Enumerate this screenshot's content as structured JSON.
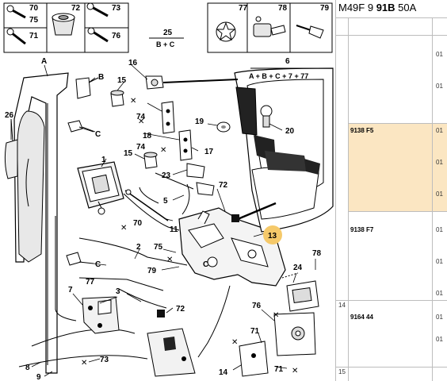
{
  "diagram": {
    "legend_boxes": {
      "left": [
        "70",
        "75",
        "71",
        "72",
        "73",
        "76"
      ],
      "group_25": {
        "number": "25",
        "formula": "B + C"
      },
      "right": [
        "77",
        "78",
        "79"
      ]
    },
    "callouts": {
      "A": "A",
      "B": "B",
      "C1": "C",
      "C2": "C",
      "C3": "C",
      "p6": "6",
      "p6_formula": "A + B + C + 7 + 77",
      "p1": "1",
      "p2": "2",
      "p3": "3",
      "p5": "5",
      "p7": "7",
      "p8": "8",
      "p9": "9",
      "p11": "11",
      "p13": "13",
      "p14": "14",
      "p15a": "15",
      "p15b": "15",
      "p16": "16",
      "p17": "17",
      "p18": "18",
      "p19": "19",
      "p20": "20",
      "p23": "23",
      "p24": "24",
      "p26": "26",
      "p70": "70",
      "p71a": "71",
      "p71b": "71",
      "p72a": "72",
      "p72b": "72",
      "p73": "73",
      "p74a": "74",
      "p74b": "74",
      "p75": "75",
      "p76": "76",
      "p77": "77",
      "p78": "78",
      "p79": "79"
    },
    "highlight_color": "#f5c96a",
    "line_color": "#000000"
  },
  "parts_table": {
    "header_prefix": "M49F 9 ",
    "header_bold": "91B",
    "header_suffix": " 50A",
    "highlight_color": "#fbe6c2",
    "rows": [
      {
        "index": "",
        "reference": "",
        "qty": [
          "01",
          "01"
        ]
      },
      {
        "index": "",
        "reference": "9138 F5",
        "qty": [
          "01",
          "01",
          "01"
        ],
        "highlighted": true
      },
      {
        "index": "",
        "reference": "9138 F7",
        "qty": [
          "01",
          "01",
          "01"
        ]
      },
      {
        "index": "14",
        "reference": "9164 44",
        "qty": [
          "01",
          "01"
        ]
      },
      {
        "index": "15",
        "reference": "",
        "qty": []
      }
    ]
  }
}
